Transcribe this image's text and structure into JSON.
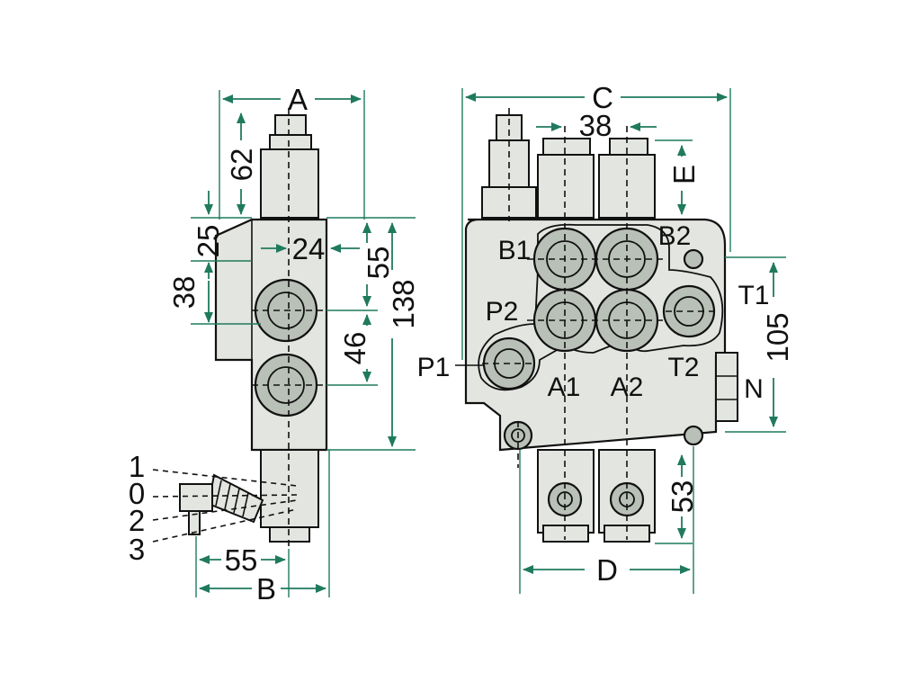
{
  "dimensions": {
    "A": "A",
    "B": "B",
    "C": "C",
    "D": "D",
    "E": "E",
    "d62": "62",
    "d25": "25",
    "d24": "24",
    "d38_side": "38",
    "d55_side": "55",
    "d138": "138",
    "d46": "46",
    "d55_lever": "55",
    "d38_top": "38",
    "d105": "105",
    "d53": "53"
  },
  "ports": {
    "B1": "B1",
    "B2": "B2",
    "P2": "P2",
    "P1": "P1",
    "A1": "A1",
    "A2": "A2",
    "T1": "T1",
    "T2": "T2",
    "N": "N"
  },
  "lever_positions": [
    "1",
    "0",
    "2",
    "3"
  ],
  "colors": {
    "arrow": "#1f7a5e",
    "body": "#e2e5e0",
    "port": "#b9c0b7",
    "line": "#111111"
  }
}
